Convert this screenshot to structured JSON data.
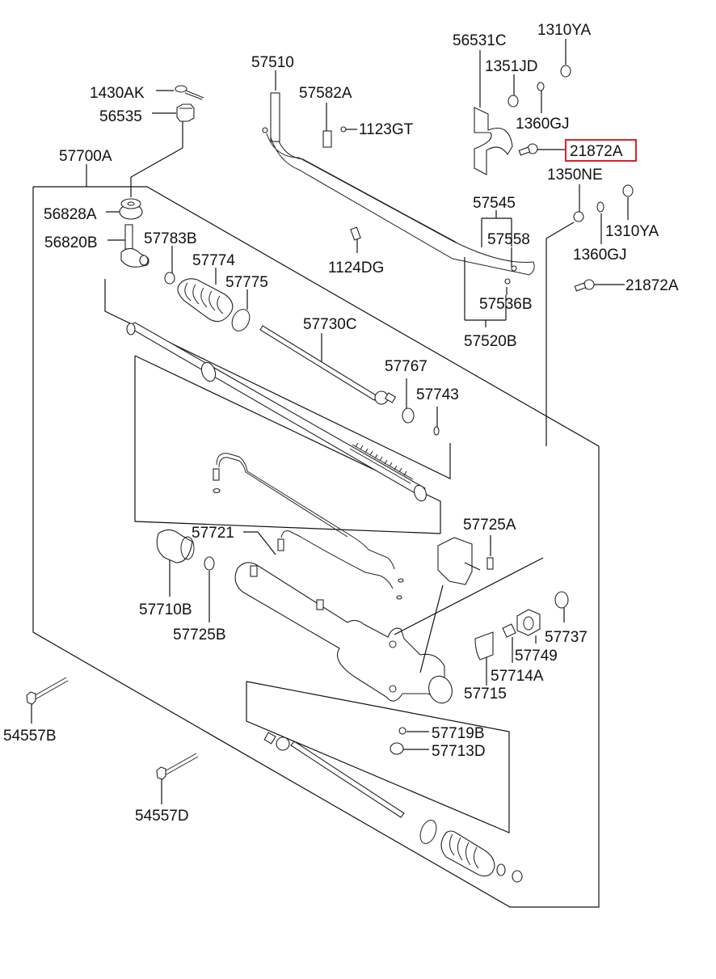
{
  "diagram": {
    "title": "Power Steering Gear Box Assembly",
    "highlight_color": "#d9232a",
    "highlighted_part": "21872A",
    "labels": {
      "p1430AK": "1430AK",
      "p56535": "56535",
      "p57700A": "57700A",
      "p56828A": "56828A",
      "p56820B": "56820B",
      "p57783B": "57783B",
      "p57774": "57774",
      "p57775": "57775",
      "p57510": "57510",
      "p57582A": "57582A",
      "p1123GT": "1123GT",
      "p1124DG": "1124DG",
      "p56531C": "56531C",
      "p1351JD": "1351JD",
      "p1310YA_top": "1310YA",
      "p1360GJ_top": "1360GJ",
      "p21872A_top": "21872A",
      "p1350NE": "1350NE",
      "p57545": "57545",
      "p57558": "57558",
      "p1310YA_mid": "1310YA",
      "p1360GJ_mid": "1360GJ",
      "p21872A_mid": "21872A",
      "p57536B": "57536B",
      "p57520B": "57520B",
      "p57730C": "57730C",
      "p57767": "57767",
      "p57743": "57743",
      "p57725A": "57725A",
      "p57721": "57721",
      "p57710B": "57710B",
      "p57725B": "57725B",
      "p57737": "57737",
      "p57749": "57749",
      "p57714A": "57714A",
      "p57715": "57715",
      "p54557B": "54557B",
      "p54557D": "54557D",
      "p57719B": "57719B",
      "p57713D": "57713D"
    }
  }
}
